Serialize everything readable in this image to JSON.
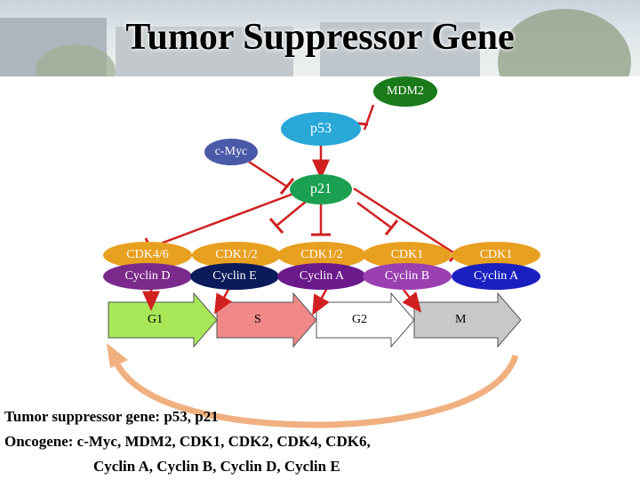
{
  "title": "Tumor Suppressor Gene",
  "nodes": {
    "mdm2": "MDM2",
    "p53": "p53",
    "cmyc": "c-Myc",
    "p21": "p21"
  },
  "cdks": [
    "CDK4/6",
    "CDK1/2",
    "CDK1/2",
    "CDK1",
    "CDK1"
  ],
  "cyclins": [
    "Cyclin D",
    "Cyclin E",
    "Cyclin A",
    "Cyclin B",
    "Cyclin A"
  ],
  "phases": [
    "G1",
    "S",
    "G2",
    "M"
  ],
  "notes": {
    "line1": "Tumor suppressor gene: p53, p21",
    "line2": "Oncogene: c-Myc, MDM2, CDK1, CDK2, CDK4, CDK6,",
    "line3": "Cyclin A, Cyclin B, Cyclin D, Cyclin E"
  },
  "colors": {
    "mdm2": "#1a7a1a",
    "p53": "#29a8d8",
    "cmyc": "#4a5aa8",
    "p21": "#1aa050",
    "cdk": "#e8a020",
    "cyclin_d": "#7a2a8a",
    "cyclin_e": "#0a1a5a",
    "cyclin_a": "#6a1a8a",
    "cyclin_b": "#9a40b0",
    "cyclin_a2": "#1a20c0",
    "inhibit": "#d02020",
    "arrow_g1": "#a8e858",
    "arrow_s": "#f08888",
    "arrow_m": "#c0c0c0",
    "cycle_arrow": "#f0b080"
  }
}
